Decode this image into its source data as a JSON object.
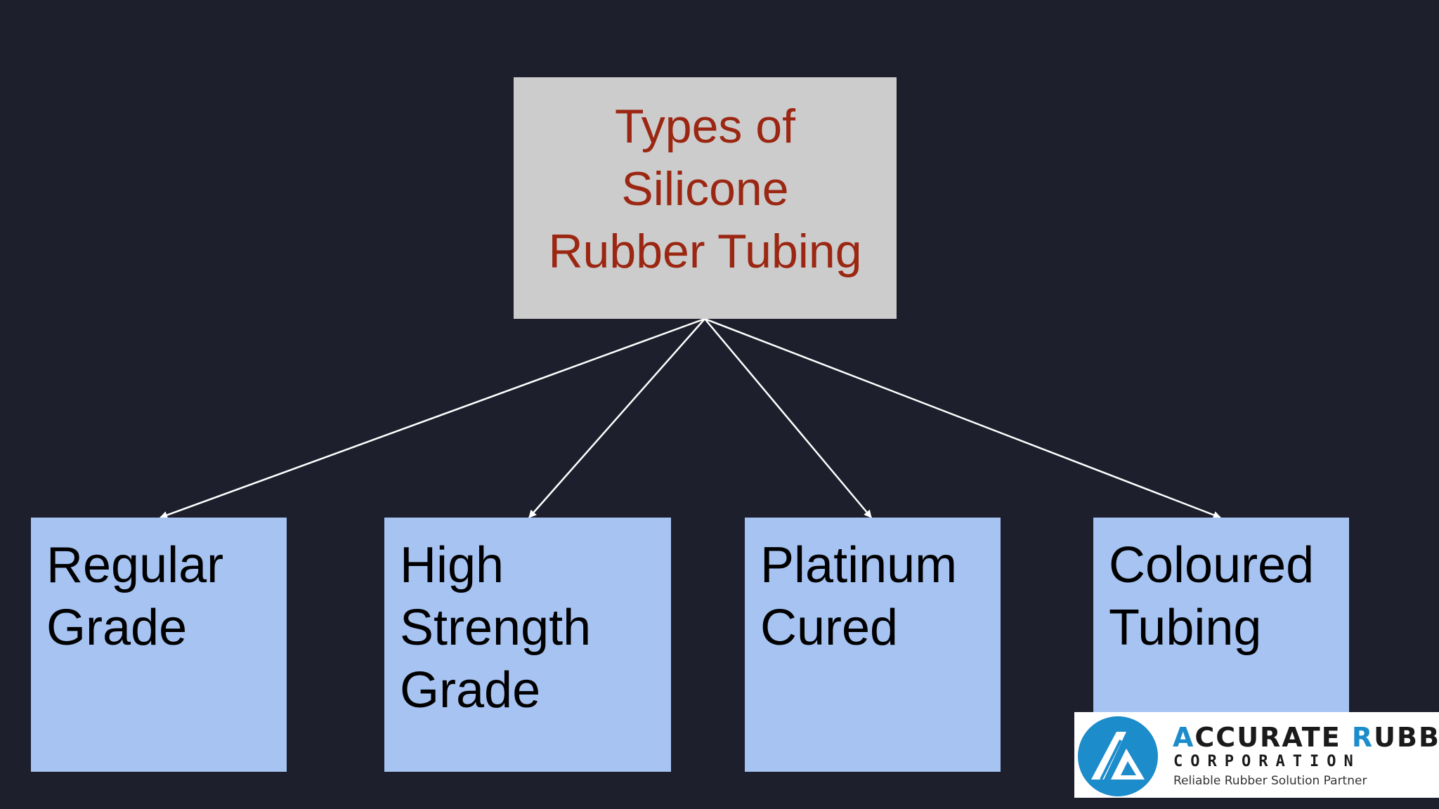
{
  "diagram": {
    "root": {
      "lines": [
        "Types of",
        "Silicone",
        "Rubber Tubing"
      ],
      "bg": "#cccccc",
      "color": "#9b2712"
    },
    "children": [
      {
        "lines": [
          "Regular",
          "Grade"
        ]
      },
      {
        "lines": [
          "High",
          "Strength",
          "Grade"
        ]
      },
      {
        "lines": [
          "Platinum",
          "Cured"
        ]
      },
      {
        "lines": [
          "Coloured",
          "Tubing"
        ]
      }
    ],
    "child_bg": "#a6c3f2",
    "connector_color": "#ffffff",
    "background": "#1d1f2d"
  },
  "logo": {
    "name_first_initial": "A",
    "name_first_rest": "CCURATE ",
    "name_second_initial": "R",
    "name_second_rest": "UBBER",
    "corporation": "CORPORATION",
    "tagline": "Reliable Rubber Solution Partner",
    "accent_color": "#1c8ccb"
  }
}
